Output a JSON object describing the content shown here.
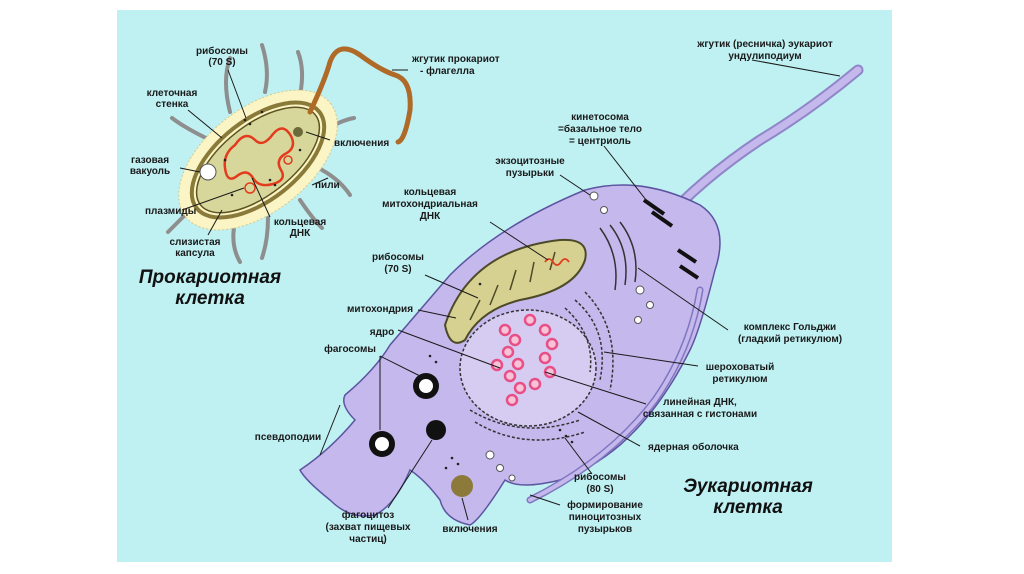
{
  "colors": {
    "background": "#bff0f2",
    "prokaryote_body": "#d8d79b",
    "eukaryote_body": "#c4b8ec",
    "mitochondrion": "#d6d190",
    "dna": "#e23b1d",
    "chromatin": "#e84f86",
    "flagellum_prokaryote": "#b06a28"
  },
  "prokaryote": {
    "title_line1": "Прокариотная",
    "title_line2": "клетка",
    "labels": {
      "ribosomes_1": "рибосомы",
      "ribosomes_2": "(70 S)",
      "cell_wall_1": "клеточная",
      "cell_wall_2": "стенка",
      "gas_vacuole_1": "газовая",
      "gas_vacuole_2": "вакуоль",
      "plasmids": "плазмиды",
      "capsule_1": "слизистая",
      "capsule_2": "капсула",
      "ring_dna_1": "кольцевая",
      "ring_dna_2": "ДНК",
      "pili": "пили",
      "inclusions": "включения",
      "flagellum_1": "жгутик прокариот",
      "flagellum_2": "- флагелла"
    }
  },
  "eukaryote": {
    "title_line1": "Эукариотная",
    "title_line2": "клетка",
    "labels": {
      "flagellum_1": "жгутик (ресничка) эукариот",
      "flagellum_2": "ундулиподиум",
      "kinetosome_1": "кинетосома",
      "kinetosome_2": "=базальное тело",
      "kinetosome_3": "= центриоль",
      "exocytosis_1": "экзоцитозные",
      "exocytosis_2": "пузырьки",
      "mito_dna_1": "кольцевая",
      "mito_dna_2": "митохондриальная",
      "mito_dna_3": "ДНК",
      "ribosomes70_1": "рибосомы",
      "ribosomes70_2": "(70 S)",
      "mitochondrion": "митохондрия",
      "nucleus": "ядро",
      "phagosomes": "фагосомы",
      "pseudopodia": "псевдоподии",
      "phagocytosis_1": "фагоцитоз",
      "phagocytosis_2": "(захват пищевых",
      "phagocytosis_3": "частиц)",
      "inclusions": "включения",
      "pinocytosis_1": "формирование",
      "pinocytosis_2": "пиноцитозных",
      "pinocytosis_3": "пузырьков",
      "ribosomes80_1": "рибосомы",
      "ribosomes80_2": "(80 S)",
      "nuclear_envelope": "ядерная оболочка",
      "linear_dna_1": "линейная ДНК,",
      "linear_dna_2": "связанная с гистонами",
      "rough_er_1": "шероховатый",
      "rough_er_2": "ретикулюм",
      "golgi_1": "комплекс Гольджи",
      "golgi_2": "(гладкий ретикулюм)"
    }
  }
}
